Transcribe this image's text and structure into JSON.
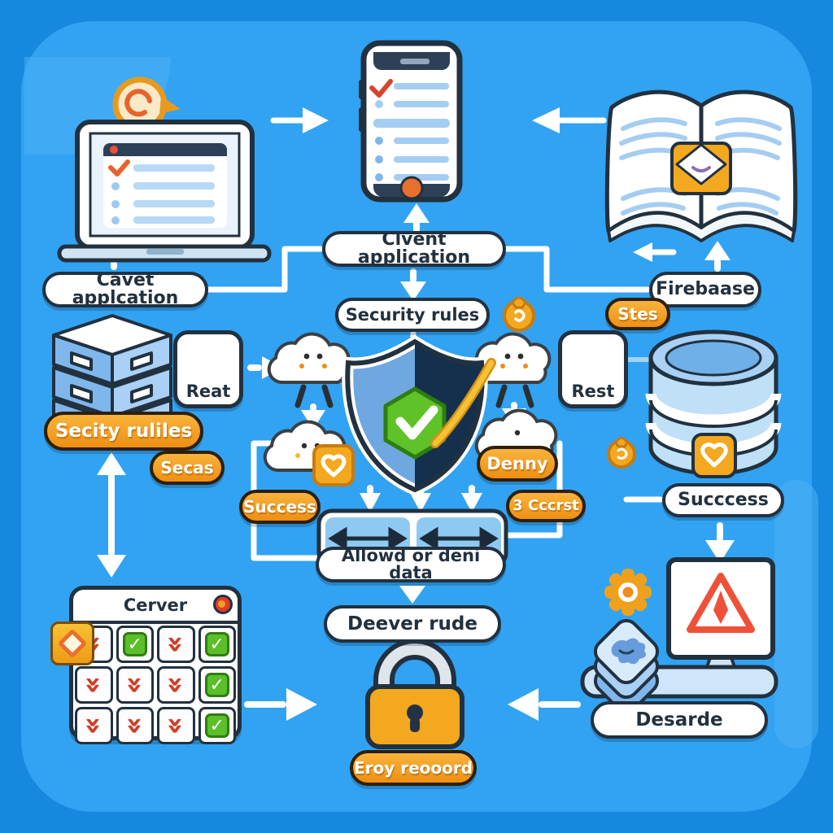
{
  "colors": {
    "background_outer": "#1688dd",
    "background_panel": "#31a3f2",
    "outline_navy": "#22313f",
    "accent_orange": "#f2a31b",
    "badge_orange": "#ee9013",
    "white": "#ffffff",
    "light_blue": "#8ec9f2",
    "green_check": "#5ec228",
    "red_check": "#d23c22",
    "warning_red": "#ef5138"
  },
  "labels": {
    "client_laptop": "Cavet applcation",
    "client_phone": "Clvent application",
    "security_rules": "Security rules",
    "firebase": "Firebaase",
    "sites_badge": "Stes",
    "security_rules_badge": "Secity ruliles",
    "secas_badge": "Secas",
    "read_card": "Reat",
    "rest_card": "Rest",
    "success_badge": "Success",
    "deny_badge": "Denny",
    "access_badge": "3 Cccrst",
    "success_pill": "Succcess",
    "allow_deny_pill": "Allowd or deni data",
    "server_rule_pill": "Deever rude",
    "error_record_badge": "Eroy reooord",
    "discard_pill": "Desarde"
  },
  "checklist_grid": {
    "title": "Cerver",
    "rows": [
      [
        "red",
        "green",
        "red",
        "green"
      ],
      [
        "red",
        "red",
        "red",
        "green"
      ],
      [
        "red",
        "red",
        "red",
        "green"
      ]
    ]
  }
}
